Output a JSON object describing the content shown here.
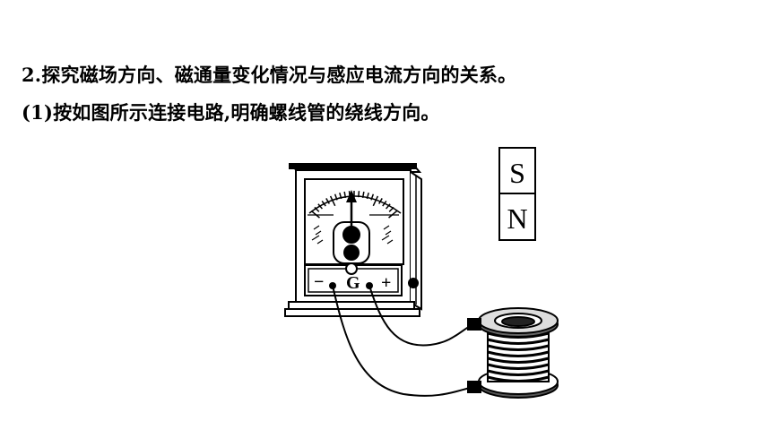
{
  "text": {
    "line1": "2.探究磁场方向、磁通量变化情况与感应电流方向的关系。",
    "line2": "(1)按如图所示连接电路,明确螺线管的绕线方向。"
  },
  "figure": {
    "magnet": {
      "top_pole": "S",
      "bottom_pole": "N"
    },
    "galvanometer": {
      "label": "G",
      "minus": "−",
      "plus": "+"
    }
  }
}
